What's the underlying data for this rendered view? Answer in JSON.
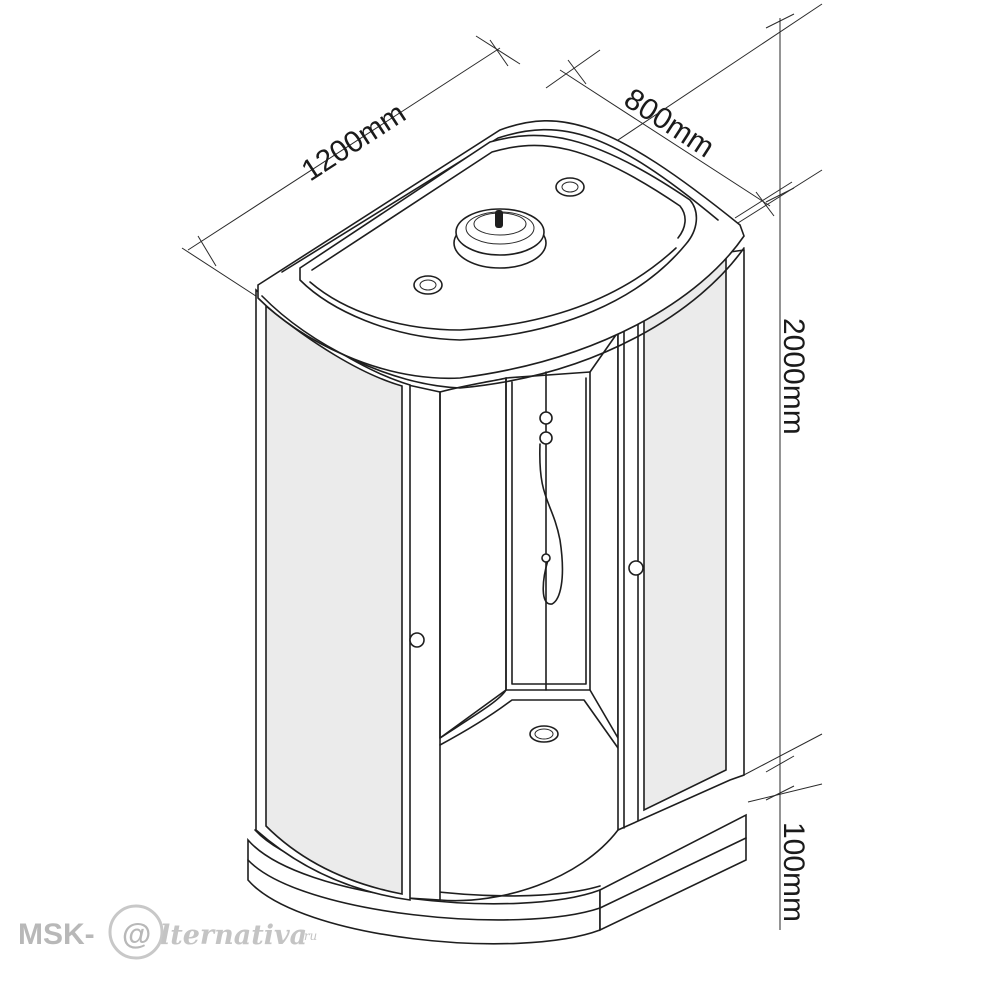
{
  "dimensions": {
    "length": "1200mm",
    "depth": "800mm",
    "height": "2000mm",
    "tray_height": "100mm"
  },
  "watermark": {
    "prefix": "MSK-",
    "at_symbol": "@",
    "suffix": "lternativa",
    "domain": ".ru"
  },
  "colors": {
    "line": "#1e1e1e",
    "glass": "#ebebeb",
    "watermark": "#b8b8b8"
  }
}
